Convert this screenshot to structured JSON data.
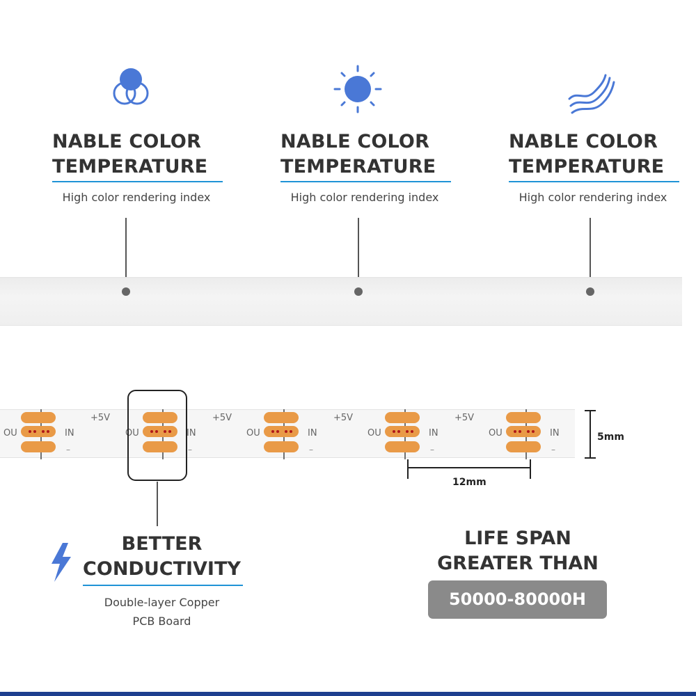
{
  "features": [
    {
      "icon": "color-circles-icon",
      "title_line1": "NABLE COLOR",
      "title_line2": "TEMPERATURE",
      "subtitle": "High color rendering index"
    },
    {
      "icon": "sun-icon",
      "title_line1": "NABLE COLOR",
      "title_line2": "TEMPERATURE",
      "subtitle": "High color rendering index"
    },
    {
      "icon": "waves-icon",
      "title_line1": "NABLE COLOR",
      "title_line2": "TEMPERATURE",
      "subtitle": "High color rendering index"
    }
  ],
  "strip_labels": {
    "out": "OU",
    "in": "IN",
    "v": "+5V",
    "minus": "–"
  },
  "dimensions": {
    "width": "5mm",
    "pitch": "12mm"
  },
  "better": {
    "title_line1": "BETTER",
    "title_line2": "CONDUCTIVITY",
    "sub_line1": "Double-layer Copper",
    "sub_line2": "PCB Board",
    "icon": "lightning-bolt-icon"
  },
  "lifespan": {
    "title_line1": "LIFE SPAN",
    "title_line2": "GREATER THAN",
    "value": "50000-80000H"
  },
  "colors": {
    "accent": "#1f93d6",
    "icon_blue": "#4a78d6",
    "pad_orange": "#e99a47",
    "badge_gray": "#8a8a8a",
    "footer": "#1d3f8f"
  }
}
